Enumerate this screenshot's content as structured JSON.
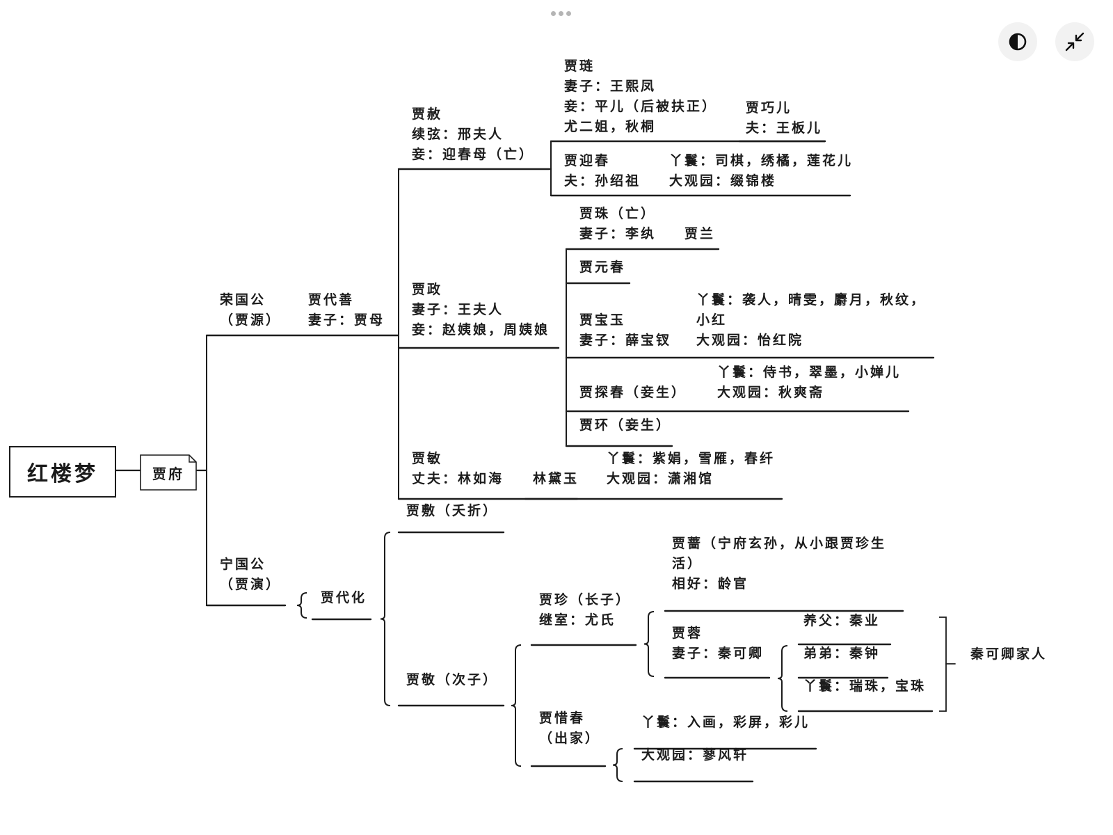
{
  "toolbar": {
    "theme_icon": "half-circle-contrast-icon",
    "collapse_icon": "collapse-arrows-icon"
  },
  "colors": {
    "ink": "#1c1c1c",
    "background": "#ffffff",
    "button_bg": "#f2f2f2"
  },
  "nodes": {
    "root": "红楼梦",
    "jiafu": "贾府",
    "rongguo": [
      "荣国公",
      "（贾源）"
    ],
    "jiadaishan": [
      "贾代善",
      "妻子：贾母"
    ],
    "jiashe": [
      "贾赦",
      "续弦：邢夫人",
      "妾：迎春母（亡）"
    ],
    "jialian": [
      "贾琏",
      "妻子：王熙凤",
      "妾：平儿（后被扶正）",
      "尤二姐，秋桐"
    ],
    "qiaojie": [
      "贾巧儿",
      "夫：王板儿"
    ],
    "yingchun": [
      "贾迎春",
      "夫：孙绍祖"
    ],
    "yingchun_info": [
      "丫鬟：司棋，绣橘，莲花儿",
      "大观园：缀锦楼"
    ],
    "jiazheng": [
      "贾政",
      "妻子：王夫人",
      "妾：赵姨娘，周姨娘"
    ],
    "jiazhu": [
      "贾珠（亡）",
      "妻子：李纨"
    ],
    "jialan": "贾兰",
    "yuanchun": "贾元春",
    "baoyu": [
      "贾宝玉",
      "妻子：薛宝钗"
    ],
    "baoyu_info": [
      "丫鬟：袭人，晴雯，麝月，秋纹，",
      "小红",
      "大观园：怡红院"
    ],
    "tanchun": "贾探春（妾生）",
    "tanchun_info": [
      "丫鬟：侍书，翠墨，小婵儿",
      "大观园：秋爽斋"
    ],
    "jiahuan": "贾环（妾生）",
    "jiamin": [
      "贾敏",
      "丈夫：林如海"
    ],
    "daiyu": "林黛玉",
    "daiyu_info": [
      "丫鬟：紫娟，雪雁，春纤",
      "大观园：潇湘馆"
    ],
    "ningguo": [
      "宁国公",
      "（贾演）"
    ],
    "jiadaihua": "贾代化",
    "jiafu2": "贾敷（夭折）",
    "jiajing": "贾敬（次子）",
    "jiazhen": [
      "贾珍（长子）",
      "继室：尤氏"
    ],
    "jiaqiang": [
      "贾蔷（宁府玄孙，从小跟贾珍生",
      "活）",
      "相好：龄官"
    ],
    "jiarong": [
      "贾蓉",
      "妻子：秦可卿"
    ],
    "qin_father": "养父：秦业",
    "qin_brother": "弟弟：秦钟",
    "qin_maids": "丫鬟：瑞珠，宝珠",
    "qin_family": "秦可卿家人",
    "xichun": [
      "贾惜春",
      "（出家）"
    ],
    "xichun_maids": "丫鬟：入画，彩屏，彩儿",
    "xichun_garden": "大观园：蓼风轩"
  }
}
